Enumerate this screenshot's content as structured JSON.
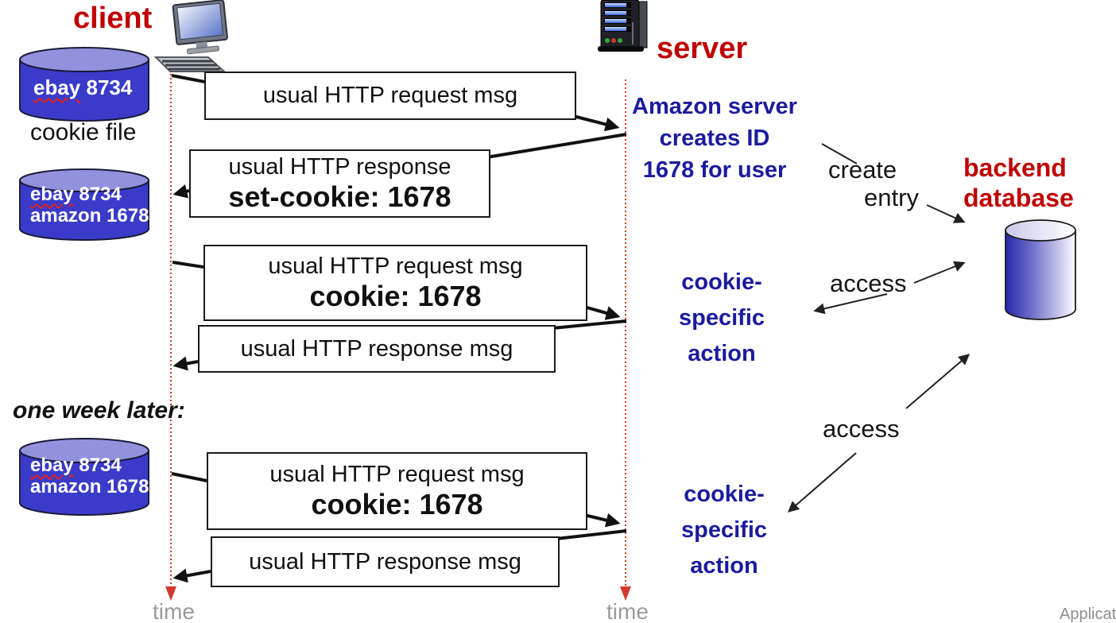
{
  "labels": {
    "client": "client",
    "server": "server",
    "cookie_file": "cookie file",
    "one_week_later": "one week later:",
    "time": "time",
    "footer_partial": "Applicati"
  },
  "cookie_jars": {
    "jar1": {
      "line1_ebay": "ebay",
      "line1_id": " 8734"
    },
    "jar2": {
      "line1_ebay": "ebay",
      "line1_id": " 8734",
      "line2": "amazon 1678"
    },
    "jar3": {
      "line1_ebay": "ebay",
      "line1_id": " 8734",
      "line2": "amazon 1678"
    }
  },
  "messages": {
    "request1": {
      "line1": "usual HTTP request msg"
    },
    "response1": {
      "line1": "usual HTTP response",
      "line2": "set-cookie: 1678"
    },
    "request2": {
      "line1": "usual HTTP request msg",
      "line2": "cookie: 1678"
    },
    "response2": {
      "line1": "usual HTTP response msg"
    },
    "request3": {
      "line1": "usual HTTP request msg",
      "line2": "cookie: 1678"
    },
    "response3": {
      "line1": "usual HTTP response msg"
    }
  },
  "server_notes": {
    "creates_id": {
      "lines": [
        "Amazon server",
        "creates ID",
        "1678 for user"
      ]
    },
    "cookie_action1": {
      "lines": [
        "cookie-",
        "specific",
        "action"
      ]
    },
    "cookie_action2": {
      "lines": [
        "cookie-",
        "specific",
        "action"
      ]
    }
  },
  "db_notes": {
    "create": "create",
    "entry": "entry",
    "access1": "access",
    "access2": "access",
    "backend": {
      "lines": [
        "backend",
        "database"
      ]
    }
  },
  "colors": {
    "heading_red": "#c00000",
    "note_blue": "#1b1b9e",
    "timeline_red": "#d2382c",
    "cylinder_blue": "#3b3bca",
    "cylinder_top_blue": "#9191dd",
    "backend_gradient_left": "#2626ae",
    "time_gray": "#9a9a9a"
  }
}
